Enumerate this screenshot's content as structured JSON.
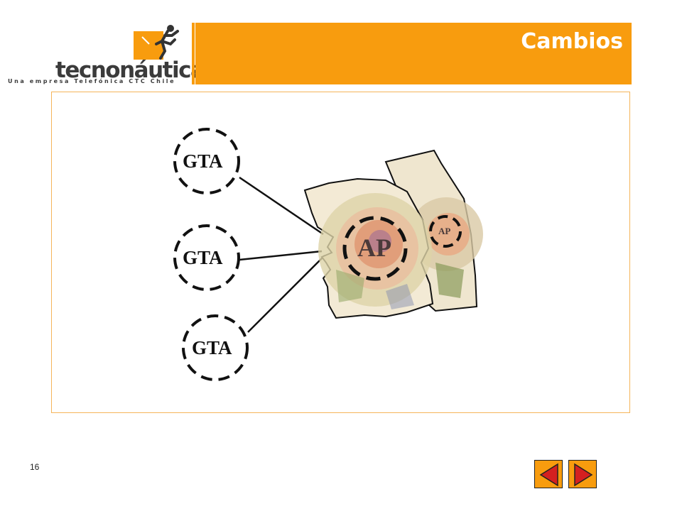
{
  "header": {
    "logo_word": "tecnonáutica",
    "logo_tagline": "Una empresa Telefónica CTC Chile",
    "title": "Cambios"
  },
  "diagram": {
    "gta_nodes": [
      "GTA",
      "GTA",
      "GTA"
    ],
    "ap_main": "AP",
    "ap_small": "AP"
  },
  "footer": {
    "slide_number": "16"
  },
  "colors": {
    "brand_orange": "#f89c0e",
    "box_border": "#f5b45a"
  },
  "icons": {
    "prev": "triangle-left-icon",
    "next": "triangle-right-icon"
  }
}
